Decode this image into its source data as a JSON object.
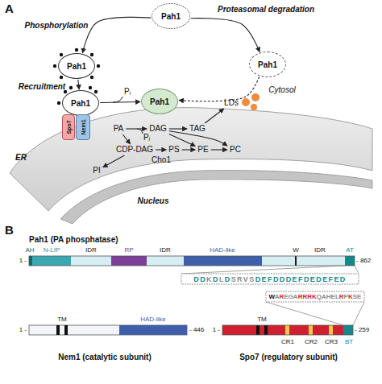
{
  "diagram": {
    "nodes": [
      {
        "text": [
          "Pah1"
        ]
      },
      {
        "text": [
          "Pah1"
        ]
      },
      {
        "text": [
          "Pah1"
        ]
      },
      {
        "text": [
          "Pah1"
        ]
      },
      {
        "text": [
          "Spo7"
        ]
      },
      {
        "text": [
          "Nem1"
        ]
      },
      {
        "text": [
          "Pah1"
        ]
      },
      {
        "text": [
          "PA"
        ]
      },
      {
        "text": [
          "DAG"
        ]
      },
      {
        "text": [
          "TAG"
        ]
      },
      {
        "text": [
          "LDs"
        ]
      },
      {
        "text": [
          "CDP-DAG"
        ]
      },
      {
        "text": [
          "PS"
        ]
      },
      {
        "text": [
          "PE"
        ]
      },
      {
        "text": [
          "PC"
        ]
      },
      {
        "text": [
          "PI"
        ]
      }
    ],
    "edges": [
      {
        "from": 0,
        "to": 1,
        "label": "Phosphorylation",
        "arrow": "to"
      },
      {
        "from": 0,
        "to": 2,
        "label": "Proteasomal degradation",
        "arrow": "to"
      },
      {
        "from": 2,
        "to": 6,
        "arrow": "to"
      },
      {
        "from": 1,
        "to": 3,
        "label": "Recruitment",
        "arrow": "to"
      },
      {
        "from": 3,
        "to": 6,
        "label": "Pᵢ",
        "arrow": "to"
      },
      {
        "from": 7,
        "to": 8,
        "label": "Pᵢ",
        "arrow": "to"
      },
      {
        "from": 8,
        "to": 9,
        "arrow": "to"
      },
      {
        "from": 9,
        "to": 10,
        "arrow": "to"
      },
      {
        "from": 7,
        "to": 11,
        "arrow": "to"
      },
      {
        "from": 11,
        "to": 12,
        "label": "Cho1",
        "arrow": "to"
      },
      {
        "from": 12,
        "to": 13,
        "arrow": "to"
      },
      {
        "from": 13,
        "to": 14,
        "arrow": "to"
      },
      {
        "from": 11,
        "to": 15,
        "arrow": "to"
      },
      {
        "from": 8,
        "to": 13,
        "arrow": "to"
      },
      {
        "from": 8,
        "to": 14,
        "arrow": "to"
      }
    ],
    "labels": [
      "A",
      "Cytosol",
      "ER",
      "Nucleus",
      "B",
      "Pah1 (PA phosphatase)",
      "AH",
      "N-LIP",
      "IDR",
      "RP",
      "IDR",
      "HAD-like",
      "W",
      "IDR",
      "AT",
      "1 -",
      "- 862",
      "DDKDLDSRVSDEFDDDEFDEDEFED",
      "WAREGARRRKQAHELRPKSE",
      "TM",
      "HAD-like",
      "1 -",
      "- 446",
      "Nem1 (catalytic subunit)",
      "TM",
      "CR1",
      "CR2",
      "CR3",
      "BT",
      "1 -",
      "- 259",
      "Spo7 (regulatory subunit)"
    ]
  }
}
